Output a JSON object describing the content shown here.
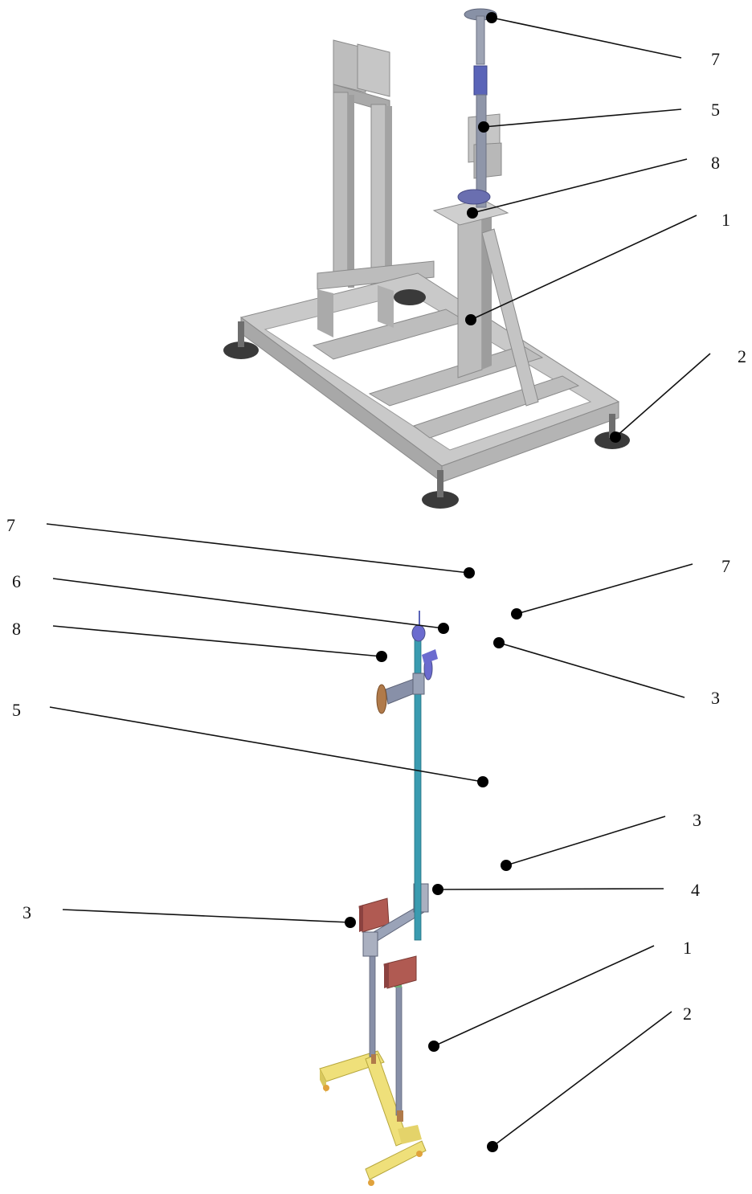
{
  "top_figure": {
    "labels": [
      "7",
      "5",
      "8",
      "1",
      "2"
    ]
  },
  "bottom_figure": {
    "labels_left": [
      "7",
      "6",
      "8",
      "5",
      "3"
    ],
    "labels_right": [
      "7",
      "3",
      "3",
      "4",
      "1",
      "2"
    ]
  },
  "colors": {
    "frame_gray": "#b9b9b9",
    "frame_dark": "#8e8e8e",
    "foot_dark": "#3a3a3a",
    "pole_teal": "#3a9bb0",
    "bracket_red": "#b05a52",
    "base_yellow": "#efe07a",
    "knob_blue": "#6b6bcf",
    "plate_brown": "#b07a4a",
    "rod_gray": "#8890a8"
  }
}
